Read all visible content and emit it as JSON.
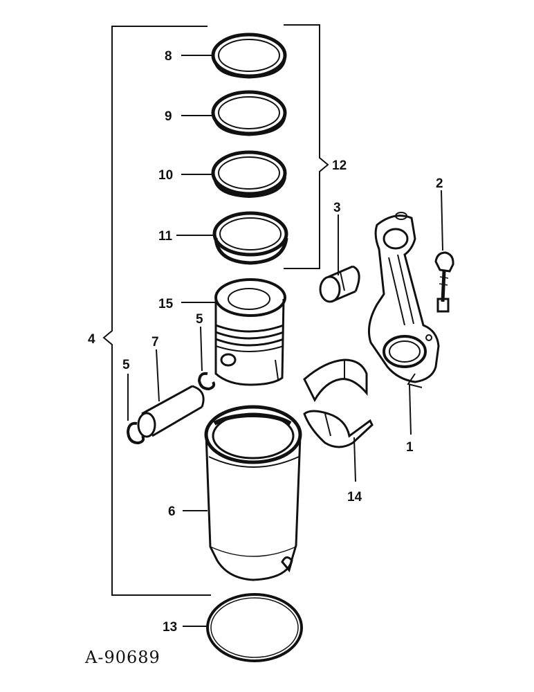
{
  "figure_id": "A-90689",
  "callouts": {
    "c1": "1",
    "c2": "2",
    "c3": "3",
    "c4": "4",
    "c5a": "5",
    "c5b": "5",
    "c6": "6",
    "c7": "7",
    "c8": "8",
    "c9": "9",
    "c10": "10",
    "c11": "11",
    "c12": "12",
    "c13": "13",
    "c14": "14",
    "c15": "15"
  },
  "colors": {
    "ink": "#111111",
    "paper": "#ffffff",
    "shade": "#333333"
  }
}
